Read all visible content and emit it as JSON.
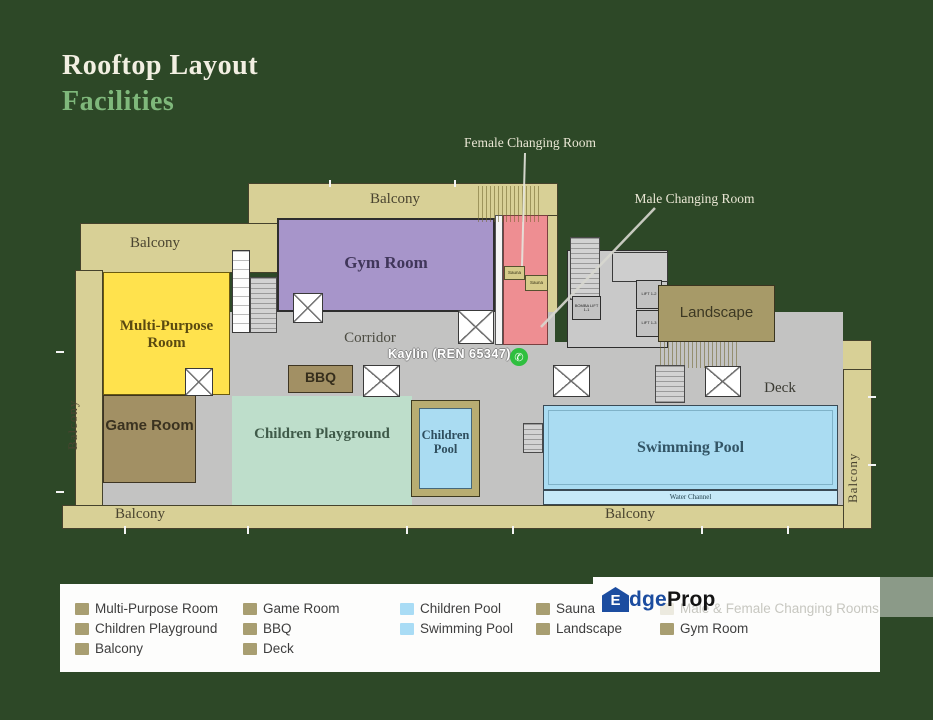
{
  "title": {
    "line1": "Rooftop Layout",
    "line2": "Facilities"
  },
  "plan": {
    "balcony_top": "Balcony",
    "balcony_upper_left": "Balcony",
    "balcony_left_vertical": "Balcony",
    "balcony_bottom_left": "Balcony",
    "balcony_bottom_right": "Balcony",
    "balcony_right_vertical": "Balcony",
    "rooms": {
      "gym": "Gym Room",
      "multi_purpose": "Multi-Purpose Room",
      "game": "Game Room",
      "bbq": "BBQ",
      "playground": "Children Playground",
      "children_pool": "Children Pool",
      "swimming_pool": "Swimming Pool",
      "water_channel": "Water Channel",
      "corridor": "Corridor",
      "deck": "Deck",
      "landscape": "Landscape",
      "sauna1": "Sauna",
      "sauna2": "Sauna",
      "bomba_lift": "BOMBA LIFT 1-1",
      "lift2": "LIFT 1-2",
      "lift3": "LIFT 1-3"
    },
    "annotations": {
      "female": "Female Changing Room",
      "male": "Male Changing Room"
    },
    "watermark": {
      "text": "Kaylin (REN 65347)",
      "icon": "whatsapp-icon",
      "phone_glyph": "✆"
    }
  },
  "legend": {
    "columns": [
      {
        "items": [
          {
            "label": "Multi-Purpose Room",
            "color": "#a89e71"
          },
          {
            "label": "Children Playground",
            "color": "#a89e71"
          },
          {
            "label": "Balcony",
            "color": "#a89e71"
          }
        ]
      },
      {
        "items": [
          {
            "label": "Game Room",
            "color": "#a89e71"
          },
          {
            "label": "BBQ",
            "color": "#a89e71"
          },
          {
            "label": "Deck",
            "color": "#a89e71"
          }
        ]
      },
      {
        "items": [
          {
            "label": "Children Pool",
            "color": "#a9dcf5"
          },
          {
            "label": "Swimming Pool",
            "color": "#a9dcf5"
          }
        ]
      },
      {
        "items": [
          {
            "label": "Sauna",
            "color": "#a89e71"
          },
          {
            "label": "Landscape",
            "color": "#a89e71"
          }
        ]
      },
      {
        "items": [
          {
            "label": "Male & Female Changing Rooms",
            "color": "#eceadf",
            "faded": true
          },
          {
            "label": "Gym Room",
            "color": "#a89e71"
          }
        ]
      }
    ]
  },
  "logo": {
    "icon_letter": "E",
    "part1": "dge",
    "part2": "Prop"
  },
  "colors": {
    "background": "#2d4827",
    "balcony": "#d8d096",
    "room_tan_dark": "#a29064",
    "landscape": "#a79a68",
    "gym": "#a795ca",
    "multi_purpose": "#ffe24d",
    "playground": "#bedecb",
    "pool": "#aadcf2",
    "water_channel": "#c6e9f8",
    "changing_room": "#ee8e92",
    "sauna": "#d6cb8a",
    "corridor": "#c3c3c2",
    "lobby": "#c9c9c9",
    "title_green": "#7fb87b",
    "brand_blue": "#1c4da0",
    "whatsapp_green": "#2fbf3f"
  }
}
